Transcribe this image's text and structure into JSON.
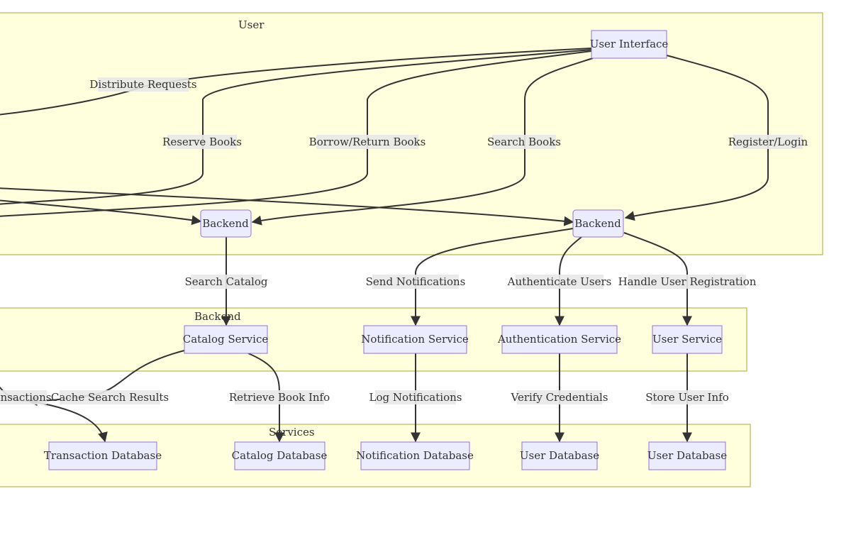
{
  "clusters": {
    "user": "User",
    "backend": "Backend",
    "services": "Services"
  },
  "nodes": {
    "user_interface": "User Interface",
    "backend_left": "Backend",
    "backend_right": "Backend",
    "catalog_service": "Catalog Service",
    "notification_service": "Notification Service",
    "authentication_service": "Authentication Service",
    "user_service": "User Service",
    "transaction_database": "Transaction Database",
    "catalog_database": "Catalog Database",
    "notification_database": "Notification Database",
    "user_database_1": "User Database",
    "user_database_2": "User Database"
  },
  "edges": {
    "distribute_requests": "Distribute Requests",
    "reserve_books": "Reserve Books",
    "borrow_return_books": "Borrow/Return Books",
    "search_books": "Search Books",
    "register_login": "Register/Login",
    "search_catalog": "Search Catalog",
    "send_notifications": "Send Notifications",
    "authenticate_users": "Authenticate Users",
    "handle_user_registration": "Handle User Registration",
    "transactions": "ansactions",
    "cache_search_results": "Cache Search Results",
    "retrieve_book_info": "Retrieve Book Info",
    "log_notifications": "Log Notifications",
    "verify_credentials": "Verify Credentials",
    "store_user_info": "Store User Info"
  }
}
